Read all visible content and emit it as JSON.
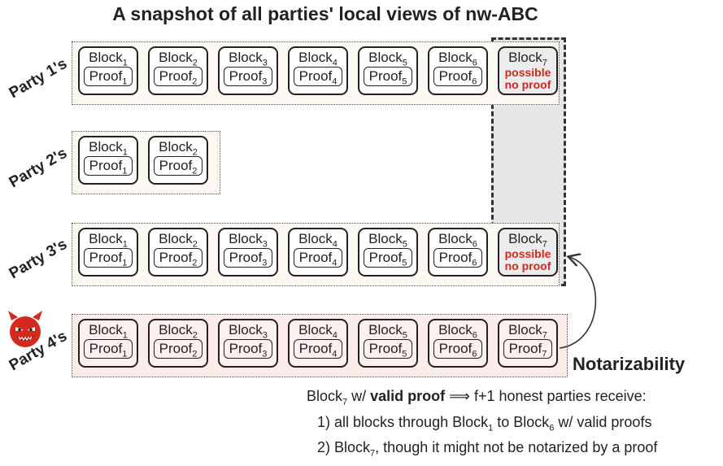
{
  "title": "A snapshot of all parties' local views of nw-ABC",
  "parties": [
    {
      "label": "Party 1's",
      "blocks": [
        {
          "block": "Block",
          "sub": "1",
          "proof": "Proof",
          "psub": "1"
        },
        {
          "block": "Block",
          "sub": "2",
          "proof": "Proof",
          "psub": "2"
        },
        {
          "block": "Block",
          "sub": "3",
          "proof": "Proof",
          "psub": "3"
        },
        {
          "block": "Block",
          "sub": "4",
          "proof": "Proof",
          "psub": "4"
        },
        {
          "block": "Block",
          "sub": "5",
          "proof": "Proof",
          "psub": "5"
        },
        {
          "block": "Block",
          "sub": "6",
          "proof": "Proof",
          "psub": "6"
        }
      ],
      "last_block": {
        "block": "Block",
        "sub": "7",
        "line1": "possible",
        "line2": "no proof"
      }
    },
    {
      "label": "Party 2's",
      "blocks": [
        {
          "block": "Block",
          "sub": "1",
          "proof": "Proof",
          "psub": "1"
        },
        {
          "block": "Block",
          "sub": "2",
          "proof": "Proof",
          "psub": "2"
        }
      ]
    },
    {
      "label": "Party 3's",
      "blocks": [
        {
          "block": "Block",
          "sub": "1",
          "proof": "Proof",
          "psub": "1"
        },
        {
          "block": "Block",
          "sub": "2",
          "proof": "Proof",
          "psub": "2"
        },
        {
          "block": "Block",
          "sub": "3",
          "proof": "Proof",
          "psub": "3"
        },
        {
          "block": "Block",
          "sub": "4",
          "proof": "Proof",
          "psub": "4"
        },
        {
          "block": "Block",
          "sub": "5",
          "proof": "Proof",
          "psub": "5"
        },
        {
          "block": "Block",
          "sub": "6",
          "proof": "Proof",
          "psub": "6"
        }
      ],
      "last_block": {
        "block": "Block",
        "sub": "7",
        "line1": "possible",
        "line2": "no proof"
      }
    },
    {
      "label": "Party 4's",
      "blocks": [
        {
          "block": "Block",
          "sub": "1",
          "proof": "Proof",
          "psub": "1"
        },
        {
          "block": "Block",
          "sub": "2",
          "proof": "Proof",
          "psub": "2"
        },
        {
          "block": "Block",
          "sub": "3",
          "proof": "Proof",
          "psub": "3"
        },
        {
          "block": "Block",
          "sub": "4",
          "proof": "Proof",
          "psub": "4"
        },
        {
          "block": "Block",
          "sub": "5",
          "proof": "Proof",
          "psub": "5"
        },
        {
          "block": "Block",
          "sub": "6",
          "proof": "Proof",
          "psub": "6"
        },
        {
          "block": "Block",
          "sub": "7",
          "proof": "Proof",
          "psub": "7"
        }
      ]
    }
  ],
  "notarizability": {
    "heading": "Notarizability",
    "line1": {
      "a": "Block",
      "a_sub": "7",
      "b": " w/ ",
      "bold": "valid proof",
      "c": " ⟹ f+1 honest parties receive:"
    },
    "line2": {
      "a": "1) all blocks through Block",
      "a_sub": "1",
      "b": " to Block",
      "b_sub": "6",
      "c": " w/ valid proofs"
    },
    "line3": {
      "a": "2) Block",
      "a_sub": "7",
      "b": ", though it might not be notarized by a proof"
    }
  },
  "colors": {
    "possible_no_proof": "#d0281c",
    "evil_row_bg": "#fbecea",
    "normal_row_bg": "#fbf9f1",
    "devil": "#d42a1e"
  },
  "icons": [
    "devil-icon",
    "curved-arrow-icon"
  ]
}
